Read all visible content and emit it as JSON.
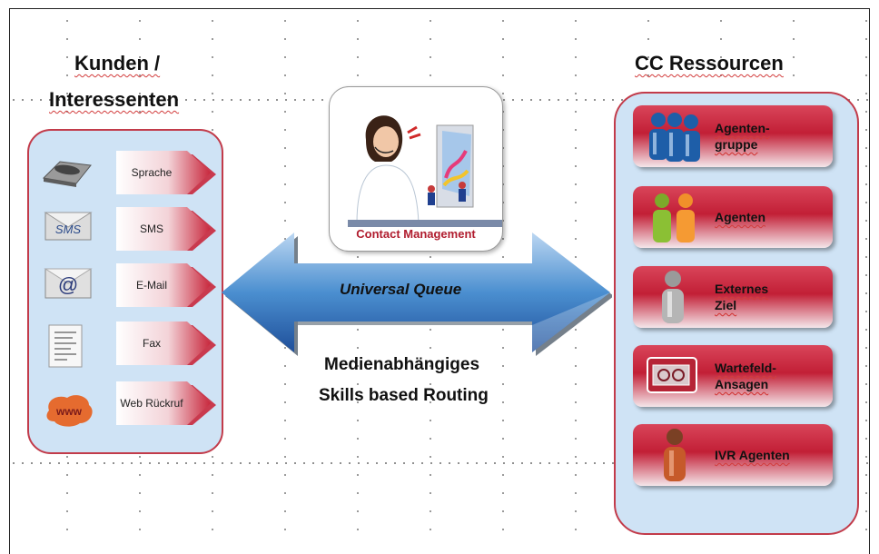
{
  "left_title": [
    "Kunden /",
    "Interessenten"
  ],
  "right_title": "CC Ressourcen",
  "channels": [
    {
      "icon": "phone-icon",
      "label": "Sprache"
    },
    {
      "icon": "sms-icon",
      "icon_text": "SMS",
      "label": "SMS"
    },
    {
      "icon": "email-icon",
      "icon_text": "@",
      "label": "E-Mail"
    },
    {
      "icon": "fax-icon",
      "label": "Fax"
    },
    {
      "icon": "web-icon",
      "icon_text": "www",
      "label": "Web Rückruf"
    }
  ],
  "contact_management": "Contact Management",
  "queue_label": "Universal Queue",
  "routing": [
    "Medienabhängiges",
    "Skills based Routing"
  ],
  "resources": [
    {
      "icon": "agent-group-icon",
      "label": [
        "Agenten-",
        "gruppe"
      ]
    },
    {
      "icon": "agents-icon",
      "label": [
        "Agenten"
      ]
    },
    {
      "icon": "external-target-icon",
      "label": [
        "Externes",
        "Ziel"
      ]
    },
    {
      "icon": "waiting-announcement-icon",
      "label": [
        "Wartefeld-",
        "Ansagen"
      ]
    },
    {
      "icon": "ivr-agent-icon",
      "label": [
        "IVR Agenten"
      ]
    }
  ],
  "colors": {
    "accent_red": "#c21f36",
    "panel_blue": "#cfe3f5",
    "arrow_blue": "#4b8fd0"
  }
}
